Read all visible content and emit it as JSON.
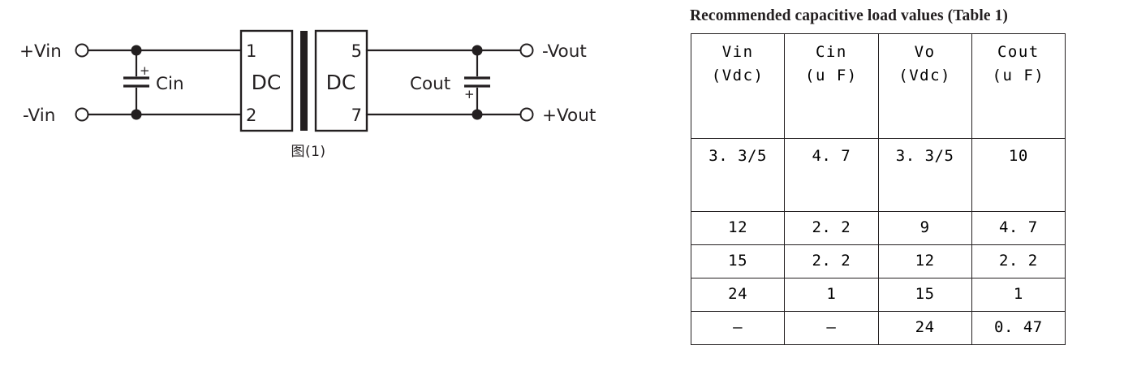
{
  "figure": {
    "caption": "图(1)",
    "input_terminals": [
      {
        "label": "+Vin",
        "position": "top-left"
      },
      {
        "label": "-Vin",
        "position": "bottom-left"
      }
    ],
    "output_terminals": [
      {
        "label": "-Vout",
        "position": "top-right"
      },
      {
        "label": "+Vout",
        "position": "bottom-right"
      }
    ],
    "input_capacitor": {
      "label": "Cin",
      "polarity_mark": "+"
    },
    "output_capacitor": {
      "label": "Cout",
      "polarity_mark": "+"
    },
    "converter": {
      "left_block_label": "DC",
      "right_block_label": "DC",
      "left_pins": [
        "1",
        "2"
      ],
      "right_pins": [
        "5",
        "7"
      ]
    }
  },
  "table": {
    "title": "Recommended capacitive load values (Table 1)",
    "columns": [
      {
        "name": "Vin",
        "unit": "(Vdc)"
      },
      {
        "name": "Cin",
        "unit": "(u F)"
      },
      {
        "name": "Vo",
        "unit": "(Vdc)"
      },
      {
        "name": "Cout",
        "unit": "(u F)"
      }
    ],
    "rows": [
      [
        "3. 3/5",
        "4. 7",
        "3. 3/5",
        "10"
      ],
      [
        "12",
        "2. 2",
        "9",
        "4. 7"
      ],
      [
        "15",
        "2. 2",
        "12",
        "2. 2"
      ],
      [
        "24",
        "1",
        "15",
        "1"
      ],
      [
        "–",
        "–",
        "24",
        "0. 47"
      ]
    ]
  },
  "colors": {
    "ink": "#231f20",
    "background": "#ffffff"
  }
}
